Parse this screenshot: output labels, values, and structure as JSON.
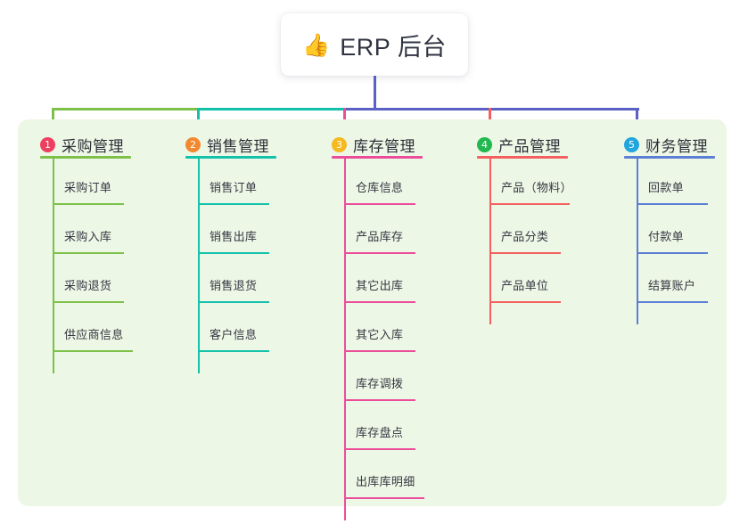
{
  "root": {
    "emoji": "👍",
    "emoji_name": "thumbs-up-icon",
    "title": "ERP 后台"
  },
  "theme": {
    "panel_bg": "#edf7e6",
    "root_bg": "#ffffff",
    "text": "#2b3038",
    "trunk_color": "#5b61c4"
  },
  "columns": [
    {
      "index": "1",
      "title": "采购管理",
      "badge_color": "#ef3f5f",
      "line_color": "#7dc14a",
      "bus_color": "#7dc14a",
      "items": [
        "采购订单",
        "采购入库",
        "采购退货",
        "供应商信息"
      ]
    },
    {
      "index": "2",
      "title": "销售管理",
      "badge_color": "#f2892f",
      "line_color": "#12c2ab",
      "bus_color": "#12c2ab",
      "items": [
        "销售订单",
        "销售出库",
        "销售退货",
        "客户信息"
      ]
    },
    {
      "index": "3",
      "title": "库存管理",
      "badge_color": "#f5b921",
      "line_color": "#ec4d9b",
      "bus_color": "#ec4d9b",
      "items": [
        "仓库信息",
        "产品库存",
        "其它出库",
        "其它入库",
        "库存调拨",
        "库存盘点",
        "出库库明细"
      ]
    },
    {
      "index": "4",
      "title": "产品管理",
      "badge_color": "#23b750",
      "line_color": "#f4605f",
      "bus_color": "#f4605f",
      "items": [
        "产品（物料）",
        "产品分类",
        "产品单位"
      ]
    },
    {
      "index": "5",
      "title": "财务管理",
      "badge_color": "#21a5de",
      "line_color": "#5b7fd4",
      "bus_color": "#5b61c4",
      "items": [
        "回款单",
        "付款单",
        "结算账户"
      ]
    }
  ]
}
